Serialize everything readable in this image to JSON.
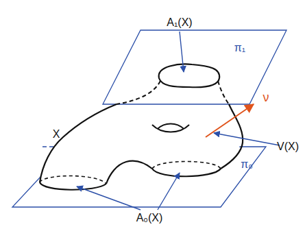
{
  "diagram": {
    "labels": [
      "A₁(X)",
      "π₁",
      "X",
      "V(X)",
      "π₀",
      "A₀(X)",
      "ν"
    ]
  }
}
